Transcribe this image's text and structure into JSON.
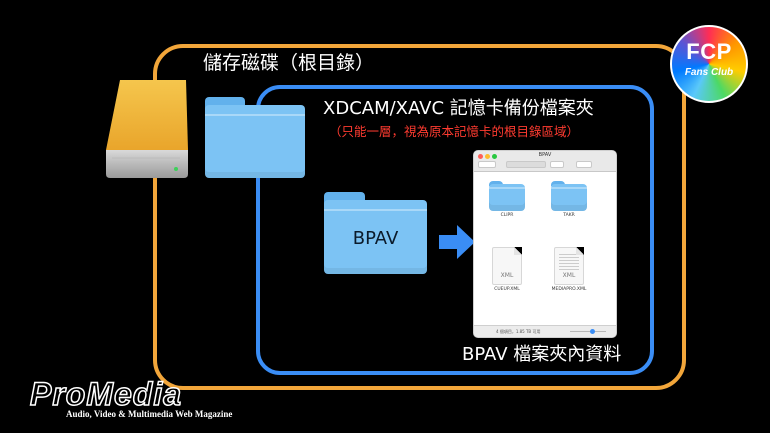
{
  "labels": {
    "storage_root": "儲存磁碟（根目錄）",
    "card_backup_folder": "XDCAM/XAVC 記憶卡備份檔案夾",
    "card_backup_note": "（只能一層，視為原本記憶卡的根目錄區域）",
    "bpav_folder": "BPAV",
    "bpav_contents": "BPAV 檔案夾內資料"
  },
  "finder": {
    "title": "BPAV",
    "items": [
      {
        "name": "CLIPR",
        "kind": "folder"
      },
      {
        "name": "TAKR",
        "kind": "folder"
      },
      {
        "name": "CUEUP.XML",
        "kind": "xml",
        "ext": "XML"
      },
      {
        "name": "MEDIAPRO.XML",
        "kind": "xml",
        "ext": "XML"
      }
    ],
    "status": "4 個項目，1.85 TB 可用"
  },
  "logos": {
    "fcp_title": "FCP",
    "fcp_subtitle": "Fans Club",
    "promedia_title": "ProMedia",
    "promedia_tagline": "Audio, Video & Multimedia Web Magazine"
  },
  "colors": {
    "storage_frame": "#f2a63a",
    "card_frame": "#3a8df5",
    "note_red": "#ff3b30",
    "folder_blue": "#7cc3f4",
    "arrow_blue": "#3a8df5"
  }
}
